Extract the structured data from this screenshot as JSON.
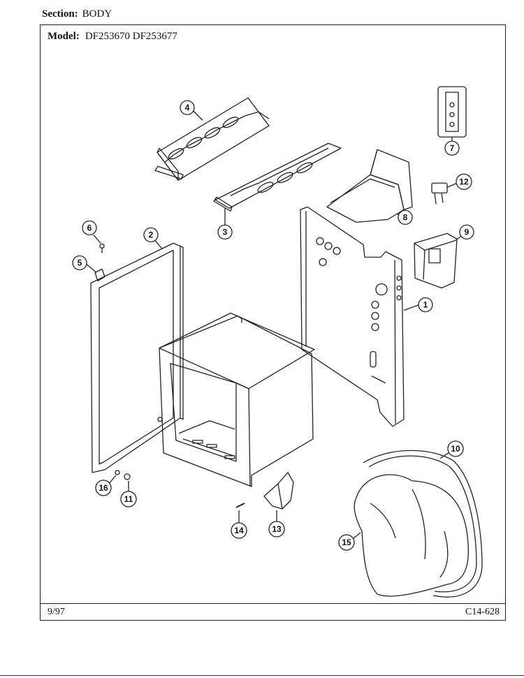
{
  "header": {
    "section_label": "Section:",
    "section_value": "BODY",
    "model_label": "Model:",
    "model_value": "DF253670  DF253677"
  },
  "footer": {
    "date": "9/97",
    "code": "C14-628"
  },
  "callouts": [
    "1",
    "2",
    "3",
    "4",
    "5",
    "6",
    "7",
    "8",
    "9",
    "10",
    "11",
    "12",
    "13",
    "14",
    "15",
    "16"
  ],
  "colors": {
    "ink": "#222222",
    "paper": "#ffffff"
  }
}
